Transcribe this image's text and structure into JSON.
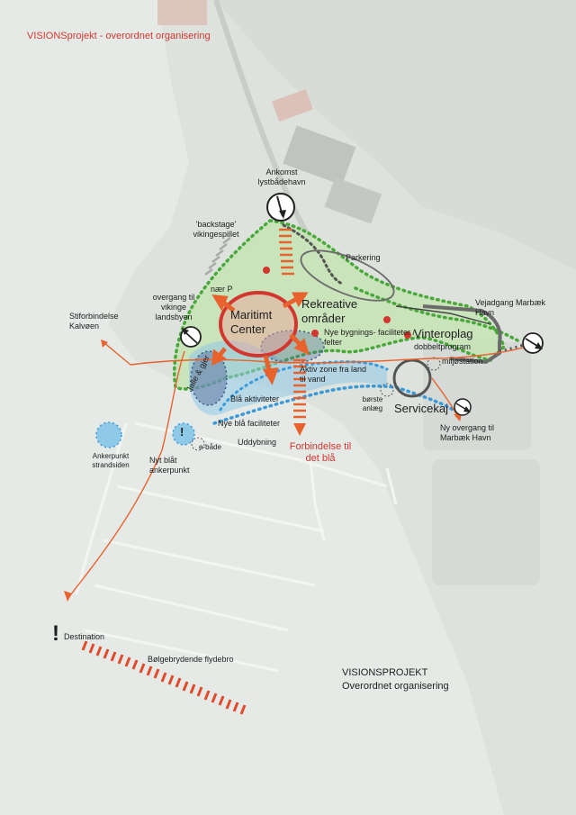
{
  "header": {
    "title": "VISIONSprojekt - overordnet organisering"
  },
  "labels": {
    "ankomst": "Ankomst lystbådehavn",
    "backstage": "'backstage' vikingespillet",
    "parkering": "Parkering",
    "naer_p": "nær P",
    "overgang_vikinge": "overgang til vikinge landsbyen",
    "stiforbindelse": "Stiforbindelse Kalvøen",
    "maritimt": "Maritimt Center",
    "rekreative": "Rekreative områder",
    "bygnings": "Nye bygnings- faciliteter / felter",
    "vinteroplag": "Vinteroplag",
    "dobbeltprogram": "dobbeltprogram",
    "miljostation": "miljøstation",
    "vejadgang": "Vejadgang Marbæk Havn",
    "aktiv_zone": "Aktiv zone fra land til vand",
    "jolle": "Jolle & gjer",
    "blaa_aktiviteter": "Blå aktiviteter",
    "borste": "børste anlæg",
    "servicekaj": "Servicekaj",
    "ny_overgang": "Ny overgang til Marbæk Havn",
    "nye_blaa": "Nye blå faciliteter",
    "uddybning": "Uddybning",
    "e_baade": "e-både",
    "forbindelse": "Forbindelse til det blå",
    "ankerpunkt_strand": "Ankerpunkt strandsiden",
    "nyt_blaat": "Nyt blåt ankerpunkt",
    "destination": "Destination",
    "bolgebrydende": "Bølgebrydende flydebro",
    "exclaim": "!"
  },
  "legend": {
    "title": "VISIONSPROJEKT",
    "subtitle": "Overordnet organisering"
  },
  "colors": {
    "accent_red": "#d3362f",
    "orange": "#e8622d",
    "green_dots": "#49a83a",
    "green_fill": "#c6e3b4",
    "blue_dots": "#3a9ad9",
    "blue_fill": "#8fc9e8",
    "grey_line": "#6b6b6b",
    "water": "#e5e9e6",
    "land": "#dde2dc"
  },
  "icons": [
    "compass-icon",
    "exclamation-icon",
    "direction-arrow-icon"
  ]
}
